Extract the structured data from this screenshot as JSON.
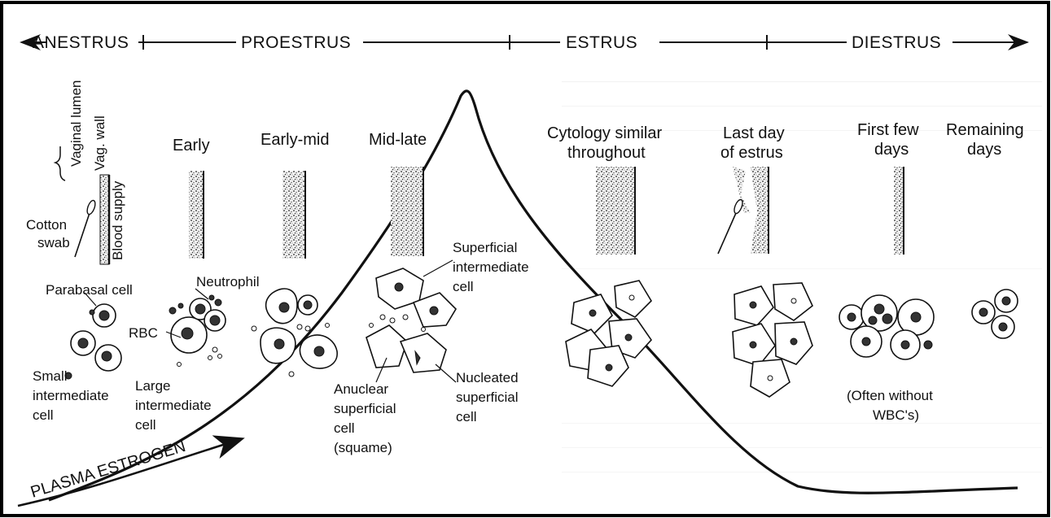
{
  "phases": {
    "anestrus": "ANESTRUS",
    "proestrus": "PROESTRUS",
    "estrus": "ESTRUS",
    "diestrus": "DIESTRUS"
  },
  "anatomy": {
    "vaginal_lumen": "Vaginal lumen",
    "vag_wall": "Vag. wall",
    "blood_supply": "Blood supply",
    "cotton_swab": [
      "Cotton",
      "swab"
    ]
  },
  "stages": {
    "early": "Early",
    "early_mid": "Early-mid",
    "mid_late": "Mid-late",
    "cytology_similar": [
      "Cytology similar",
      "throughout"
    ],
    "last_day": [
      "Last day",
      "of estrus"
    ],
    "first_few": [
      "First few",
      "days"
    ],
    "remaining": [
      "Remaining",
      "days"
    ]
  },
  "cells": {
    "parabasal": "Parabasal cell",
    "neutrophil": "Neutrophil",
    "rbc": "RBC",
    "small_intermediate": [
      "Small",
      "intermediate",
      "cell"
    ],
    "large_intermediate": [
      "Large",
      "intermediate",
      "cell"
    ],
    "superficial_intermediate": [
      "Superficial",
      "intermediate",
      "cell"
    ],
    "anuclear_superficial": [
      "Anuclear",
      "superficial",
      "cell",
      "(squame)"
    ],
    "nucleated_superficial": [
      "Nucleated",
      "superficial",
      "cell"
    ],
    "often_without": [
      "(Often without",
      "WBC's)"
    ]
  },
  "curve_label": "PLASMA ESTROGEN"
}
